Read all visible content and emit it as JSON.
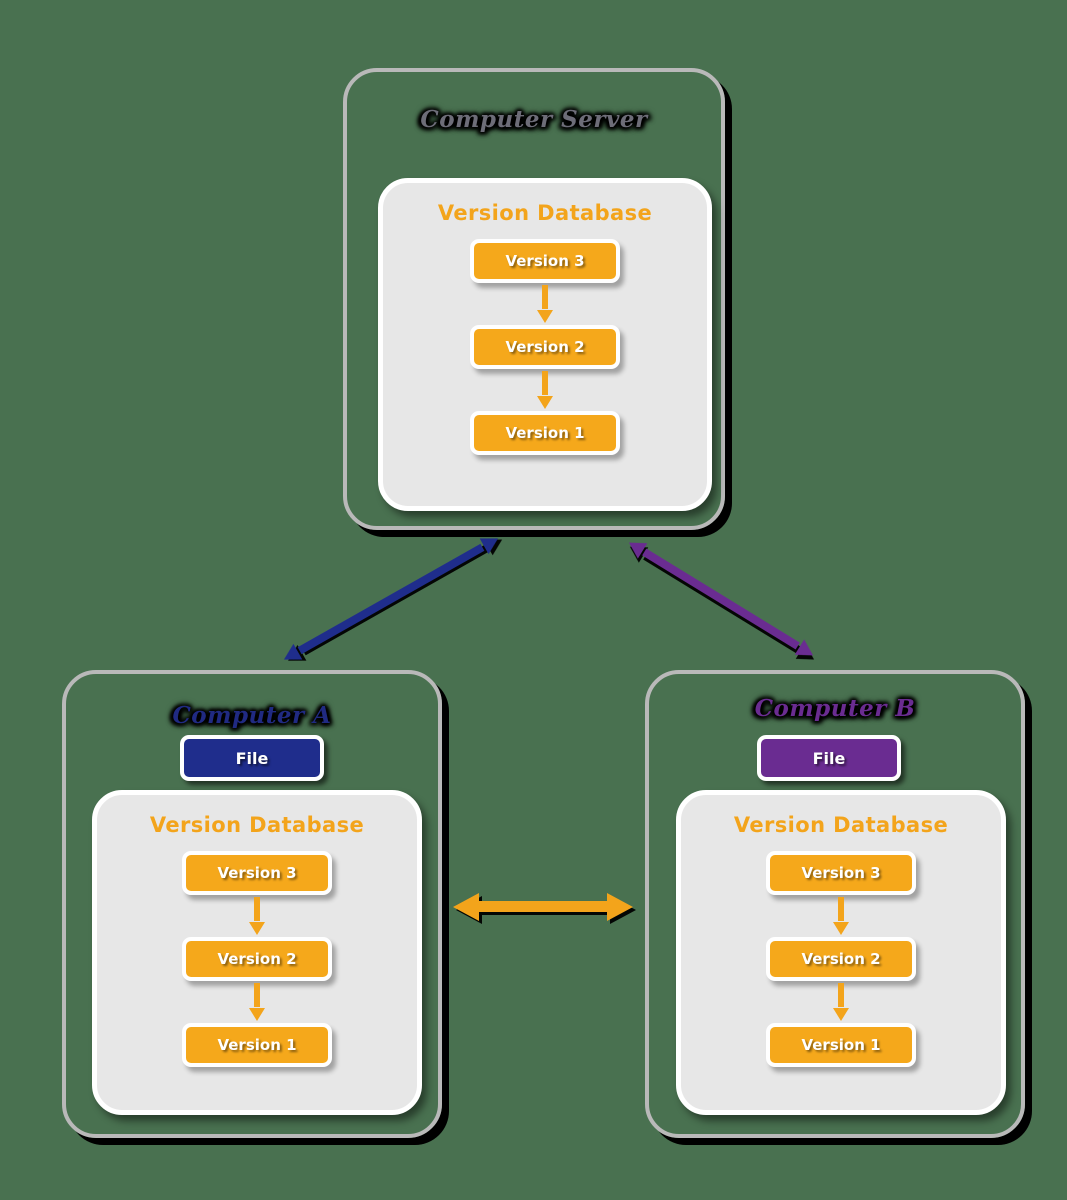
{
  "background_color": "#497150",
  "palette": {
    "orange": "#f3a41b",
    "navy": "#1f2d8c",
    "purple": "#6a2c91",
    "panel_gray": "#e7e7e7",
    "frame_gray": "#b9b9b9",
    "server_title_gray": "#6d6d78"
  },
  "server": {
    "title": "Computer Server",
    "database": {
      "title": "Version Database",
      "versions": [
        "Version 3",
        "Version 2",
        "Version 1"
      ]
    }
  },
  "computer_a": {
    "title": "Computer A",
    "file_label": "File",
    "file_color": "#1f2d8c",
    "database": {
      "title": "Version Database",
      "versions": [
        "Version 3",
        "Version 2",
        "Version 1"
      ]
    }
  },
  "computer_b": {
    "title": "Computer B",
    "file_label": "File",
    "file_color": "#6a2c91",
    "database": {
      "title": "Version Database",
      "versions": [
        "Version 3",
        "Version 2",
        "Version 1"
      ]
    }
  },
  "connections": [
    {
      "name": "server-to-computer-a",
      "color": "#1f2d8c",
      "style": "dotted",
      "direction": "bidirectional"
    },
    {
      "name": "server-to-computer-b",
      "color": "#6a2c91",
      "style": "dotted",
      "direction": "bidirectional"
    },
    {
      "name": "computer-a-to-computer-b",
      "color": "#f3a41b",
      "style": "dotted",
      "direction": "bidirectional"
    }
  ]
}
